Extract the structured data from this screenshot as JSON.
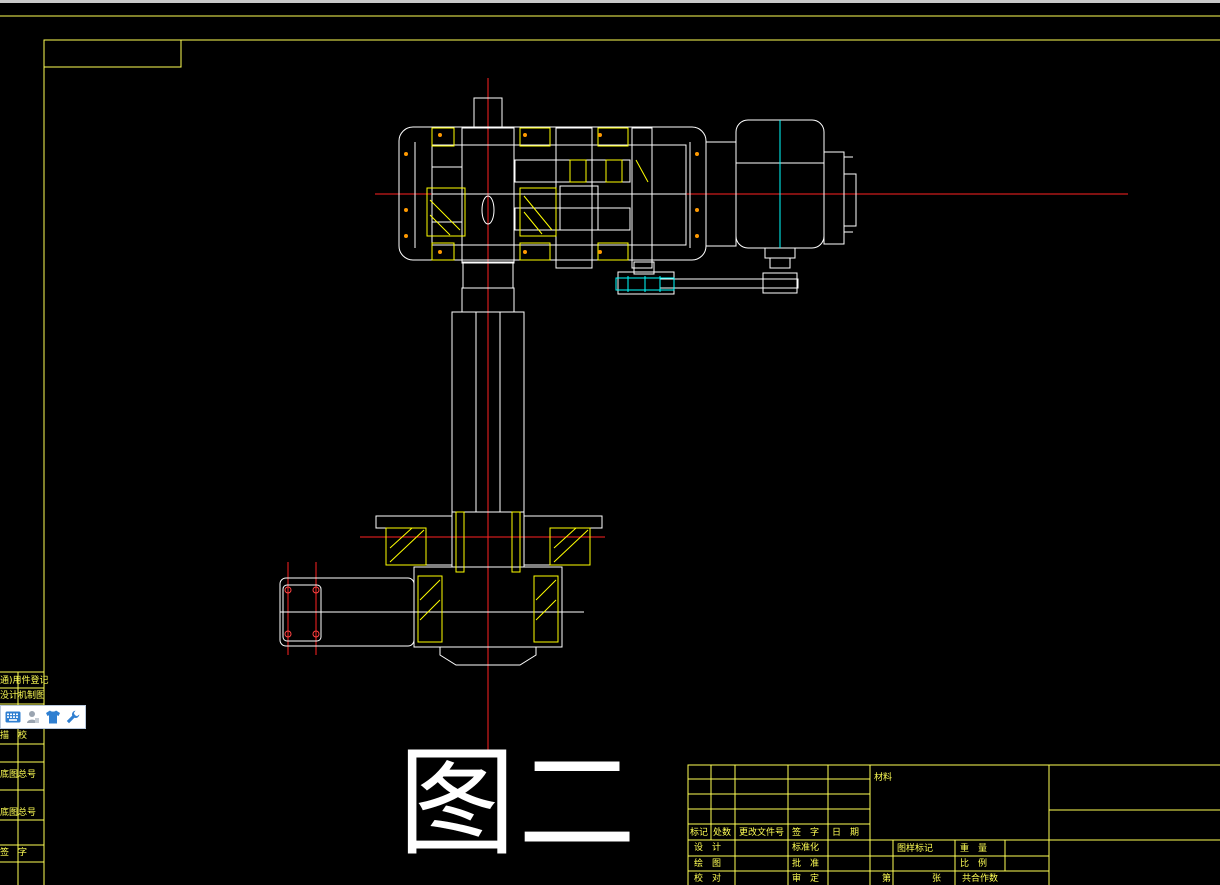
{
  "drawing": {
    "figure_label": "图二",
    "left_strip": {
      "labels": [
        "通)用件登记",
        "没计机制图",
        "描　校",
        "底图总号",
        "底图总号",
        "签　字"
      ]
    },
    "title_block": {
      "material": "材料",
      "header_row": [
        "标记",
        "处数",
        "更改文件号",
        "签　字",
        "日　期"
      ],
      "row_design": [
        "设　计",
        "标准化"
      ],
      "row_draw": [
        "绘　图",
        "批　准"
      ],
      "row_check": [
        "校　对",
        "审　定"
      ],
      "stage_mark": "图样标记",
      "weight": "重　量",
      "scale": "比　例",
      "sheet": "第",
      "sheet_of": "张",
      "sheets_total": "共合作数"
    }
  },
  "toolbar": {
    "buttons": [
      {
        "icon": "keyboard-icon",
        "color": "#2f7fd1"
      },
      {
        "icon": "user-icon",
        "color": "#9aa4b0"
      },
      {
        "icon": "shirt-icon",
        "color": "#2f7fd1"
      },
      {
        "icon": "wrench-icon",
        "color": "#2f7fd1"
      }
    ]
  },
  "colors": {
    "background": "#000000",
    "outline": "#ffffff",
    "frame": "#ffff55",
    "centerline": "#ff2222",
    "hatch": "#ffff00",
    "cyan": "#00ffff"
  }
}
